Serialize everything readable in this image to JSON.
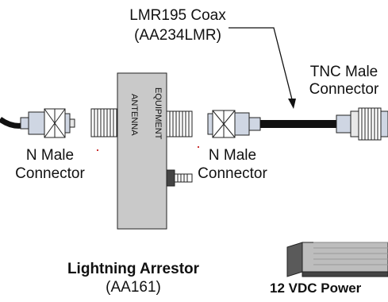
{
  "coax": {
    "name": "LMR195 Coax",
    "part": "(AA234LMR)"
  },
  "tnc": {
    "line1": "TNC Male",
    "line2": "Connector"
  },
  "n_left": {
    "line1": "N Male",
    "line2": "Connector"
  },
  "n_right": {
    "line1": "N Male",
    "line2": "Connector"
  },
  "arrestor": {
    "name": "Lightning Arrestor",
    "part": "(AA161)",
    "label_antenna": "ANTENNA",
    "label_equipment": "EQUIPMENT"
  },
  "power": {
    "name": "12 VDC Power"
  },
  "colors": {
    "cable": "#111111",
    "box": "#c9c9c9",
    "connector": "#cfd6e3",
    "outline": "#222222"
  }
}
